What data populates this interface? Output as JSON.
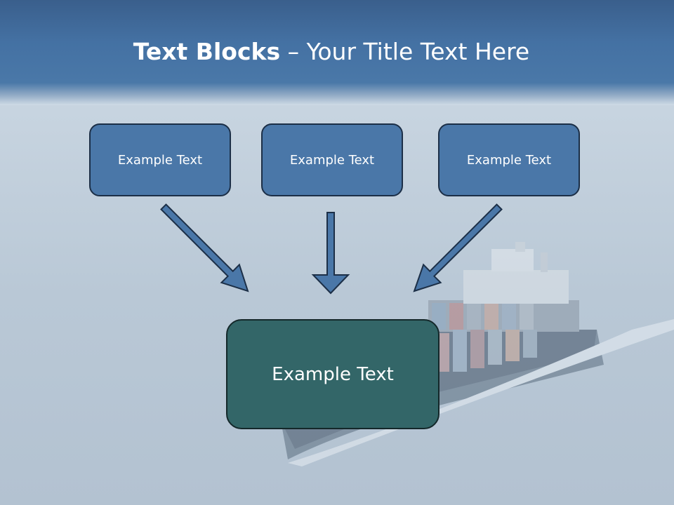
{
  "slide": {
    "title_bold": "Text Blocks",
    "title_dash": "–",
    "title_rest": "Your Title Text Here",
    "blocks": [
      {
        "label": "Example Text"
      },
      {
        "label": "Example Text"
      },
      {
        "label": "Example Text"
      }
    ],
    "target_block": {
      "label": "Example Text"
    }
  },
  "colors": {
    "header_band": "#4a78a8",
    "block_fill": "#4a77a8",
    "target_fill": "#336668",
    "arrow_fill": "#4a77a8"
  },
  "icons": {
    "arrow_left": "arrow-down-right-icon",
    "arrow_center": "arrow-down-icon",
    "arrow_right": "arrow-down-left-icon"
  }
}
